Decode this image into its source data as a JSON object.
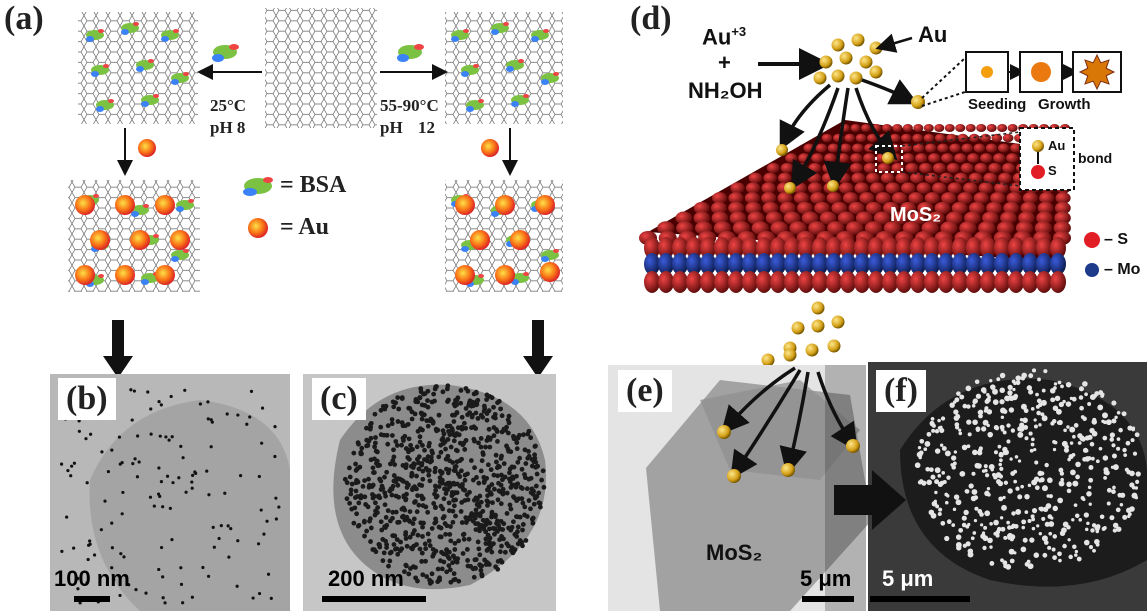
{
  "panel_a": {
    "label": "(a)",
    "step1_temp": "25°C",
    "step1_ph": "pH 8",
    "step2_temp": "55-90°C",
    "step2_ph_prefix": "pH",
    "step2_ph_value": "12",
    "legend_bsa": "= BSA",
    "legend_au": "= Au"
  },
  "panel_b": {
    "label": "(b)",
    "scale": "100 nm"
  },
  "panel_c": {
    "label": "(c)",
    "scale": "200 nm"
  },
  "panel_d": {
    "label": "(d)",
    "reagent_au": "Au",
    "reagent_au_charge": "+3",
    "plus": "+",
    "reagent_nh2oh": "NH₂OH",
    "au_particles_label": "Au",
    "seeding": "Seeding",
    "growth": "Growth",
    "bond_au": "Au",
    "bond_s": "S",
    "bond_label": "bond",
    "mos2": "MoS₂",
    "legend_s": "– S",
    "legend_mo": "– Mo"
  },
  "panel_e": {
    "label": "(e)",
    "mos2": "MoS₂",
    "scale": "5 μm"
  },
  "panel_f": {
    "label": "(f)",
    "scale": "5 μm"
  },
  "colors": {
    "sulfur": "#c0161c",
    "molybdenum": "#1e3a8a",
    "gold": "#d9a820",
    "au_np": "#f59e0b",
    "bsa_green": "#7cc242",
    "bsa_blue": "#3b82f6"
  }
}
